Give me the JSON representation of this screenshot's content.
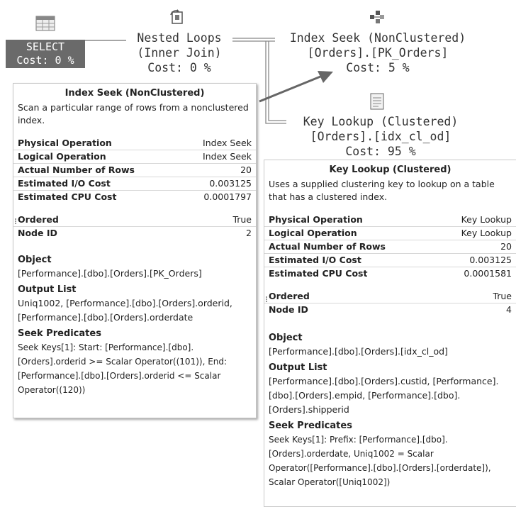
{
  "nodes": {
    "select": {
      "title": "SELECT",
      "cost": "Cost: 0 %"
    },
    "nested_loops": {
      "line1": "Nested Loops",
      "line2": "(Inner Join)",
      "line3": "Cost: 0 %"
    },
    "index_seek": {
      "line1": "Index Seek (NonClustered)",
      "line2": "[Orders].[PK_Orders]",
      "line3": "Cost: 5 %"
    },
    "key_lookup": {
      "line1": "Key Lookup (Clustered)",
      "line2": "[Orders].[idx_cl_od]",
      "line3": "Cost: 95 %"
    }
  },
  "tooltip_seek": {
    "title": "Index Seek (NonClustered)",
    "description": "Scan a particular range of rows from a nonclustered index.",
    "props": [
      {
        "k": "Physical Operation",
        "v": "Index Seek"
      },
      {
        "k": "Logical Operation",
        "v": "Index Seek"
      },
      {
        "k": "Actual Number of Rows",
        "v": "20"
      },
      {
        "k": "Estimated I/O Cost",
        "v": "0.003125"
      },
      {
        "k": "Estimated CPU Cost",
        "v": "0.0001797"
      }
    ],
    "props2": [
      {
        "k": "Ordered",
        "v": "True"
      },
      {
        "k": "Node ID",
        "v": "2"
      }
    ],
    "object_label": "Object",
    "object_value": "[Performance].[dbo].[Orders].[PK_Orders]",
    "output_label": "Output List",
    "output_value": "Uniq1002, [Performance].[dbo].[Orders].orderid, [Performance].[dbo].[Orders].orderdate",
    "seek_label": "Seek Predicates",
    "seek_value": "Seek Keys[1]: Start: [Performance].[dbo].[Orders].orderid >= Scalar Operator((101)), End: [Performance].[dbo].[Orders].orderid <= Scalar Operator((120))"
  },
  "tooltip_lookup": {
    "title": "Key Lookup (Clustered)",
    "description": "Uses a supplied clustering key to lookup on a table that has a clustered index.",
    "props": [
      {
        "k": "Physical Operation",
        "v": "Key Lookup"
      },
      {
        "k": "Logical Operation",
        "v": "Key Lookup"
      },
      {
        "k": "Actual Number of Rows",
        "v": "20"
      },
      {
        "k": "Estimated I/O Cost",
        "v": "0.003125"
      },
      {
        "k": "Estimated CPU Cost",
        "v": "0.0001581"
      }
    ],
    "props2": [
      {
        "k": "Ordered",
        "v": "True"
      },
      {
        "k": "Node ID",
        "v": "4"
      }
    ],
    "object_label": "Object",
    "object_value": "[Performance].[dbo].[Orders].[idx_cl_od]",
    "output_label": "Output List",
    "output_value": "[Performance].[dbo].[Orders].custid, [Performance].[dbo].[Orders].empid, [Performance].[dbo].[Orders].shipperid",
    "seek_label": "Seek Predicates",
    "seek_value": "Seek Keys[1]: Prefix: [Performance].[dbo].[Orders].orderdate, Uniq1002 = Scalar Operator([Performance].[dbo].[Orders].[orderdate]), Scalar Operator([Uniq1002])"
  },
  "icons": {
    "select": "table-grid-icon",
    "nested_loops": "nested-loops-icon",
    "index_seek": "index-seek-icon",
    "key_lookup": "key-lookup-icon"
  }
}
